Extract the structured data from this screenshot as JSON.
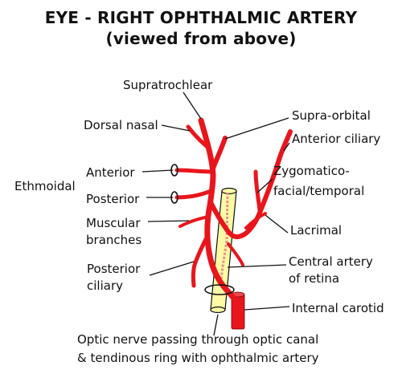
{
  "title": {
    "line1": "EYE - RIGHT OPHTHALMIC ARTERY",
    "line2": "(viewed from above)"
  },
  "labels": {
    "supratrochlear": "Supratrochlear",
    "dorsal_nasal": "Dorsal nasal",
    "supra_orbital": "Supra-orbital",
    "anterior_ciliary": "Anterior ciliary",
    "ethmoidal": "Ethmoidal",
    "anterior": "Anterior",
    "posterior": "Posterior",
    "zygomatico_1": "Zygomatico-",
    "zygomatico_2": "facial/temporal",
    "muscular_1": "Muscular",
    "muscular_2": "branches",
    "lacrimal": "Lacrimal",
    "posterior_ciliary_1": "Posterior",
    "posterior_ciliary_2": "ciliary",
    "central_1": "Central artery",
    "central_2": "of retina",
    "internal_carotid": "Internal carotid",
    "caption_1": "Optic nerve passing through optic canal",
    "caption_2": "& tendinous ring with ophthalmic artery"
  },
  "colors": {
    "artery": "#e8161c",
    "optic_nerve": "#fbfba6",
    "central_artery": "#f08c8c",
    "outline": "#111111"
  }
}
